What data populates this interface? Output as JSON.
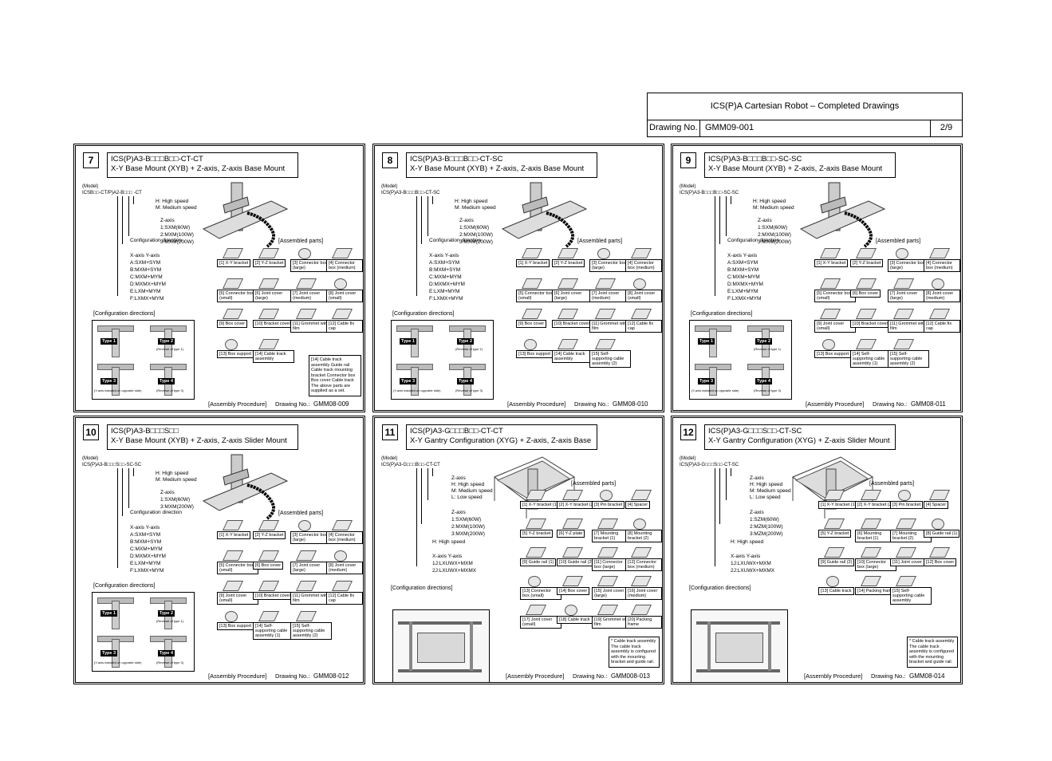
{
  "header": {
    "title": "ICS(P)A Cartesian Robot – Completed Drawings",
    "drawing_no_label": "Drawing No.",
    "drawing_no": "GMM09-001",
    "page": "2/9"
  },
  "common": {
    "model_label": "(Model)",
    "assembled_parts": "[Assembled parts]",
    "configuration_directions": "[Configuration directions]",
    "assembly_procedure": "[Assembly Procedure]",
    "drawing_no_label": "Drawing No.:"
  },
  "panels": [
    {
      "num": "7",
      "model_title": "ICS(P)A3-B□□□B□□-CT-CT",
      "subtitle": "X-Y Base Mount (XYB) + Z-axis, Z-axis Base Mount",
      "model_code": "ICSB□□-CT/P)A2-B□□□ -CT",
      "speed": [
        "H: High speed",
        "M: Medium speed"
      ],
      "z_axis": [
        "Z-axis",
        "1:SXM(60W)",
        "2:MXM(100W)",
        "3:MXM(200W)"
      ],
      "config": "Configuration direction",
      "xy": [
        "X-axis Y-axis",
        "A:SXM+SYM",
        "B:MXM+SYM",
        "C:MXM+MYM",
        "D:MXMX+MYM",
        "E:LXM+MYM",
        "F:LXMX+MYM"
      ],
      "parts": [
        "[1] X-Y bracket",
        "[2] Y-Z bracket",
        "[3] Connector box (large)",
        "[4] Connector box (medium)",
        "[5] Connector box (small)",
        "[6] Joint cover (large)",
        "[7] Joint cover (medium)",
        "[8] Joint cover (small)",
        "[9] Box cover",
        "[10] Bracket cover",
        "[11] Grommet with film",
        "[12] Cable fix cap",
        "[13] Box support",
        "[14] Cable track assembly"
      ],
      "note": "[14] Cable track assembly Guide rail Cable track mounting bracket Connector box Box cover Cable track The above parts are supplied as a set.",
      "types": [
        "Type 1",
        "Type 2",
        "Type 3",
        "Type 4"
      ],
      "type_notes": [
        "(Reverse of type 1)",
        "(Y-axis installed on opposite side)",
        "(Reverse of type 3)"
      ],
      "drawing_no": "GMM08-009"
    },
    {
      "num": "8",
      "model_title": "ICS(P)A3-B□□□B□□-CT-SC",
      "subtitle": "X-Y Base Mount (XYB) + Z-axis, Z-axis Base Mount",
      "model_code": "ICS(P)A3-B□□□B□□-CT-SC",
      "speed": [
        "H: High speed",
        "M: Medium speed"
      ],
      "z_axis": [
        "Z-axis",
        "1:SXM(60W)",
        "2:MXM(100W)",
        "3:MXM(200W)"
      ],
      "config": "Configuration direction",
      "xy": [
        "X-axis Y-axis",
        "A:SXM+SYM",
        "B:MXM+SYM",
        "C:MXM+MYM",
        "D:MXMX+MYM",
        "E:LXM+MYM",
        "F:LXMX+MYM"
      ],
      "parts": [
        "[1] X-Y bracket",
        "[2] Y-Z bracket",
        "[3] Connector box (large)",
        "[4] Connector box (medium)",
        "[5] Connector box (small)",
        "[6] Joint cover (large)",
        "[7] Joint cover (medium)",
        "[8] Joint cover (small)",
        "[9] Box cover",
        "[10] Bracket cover",
        "[11] Grommet with film",
        "[12] Cable fix cap",
        "[13] Box support",
        "[14] Cable track assembly",
        "[15] Self-supporting cable assembly (2)"
      ],
      "types": [
        "Type 1",
        "Type 2",
        "Type 3",
        "Type 4"
      ],
      "type_notes": [
        "(Reverse of type 1)",
        "(Y-axis installed on opposite side)",
        "(Reverse of type 3)"
      ],
      "drawing_no": "GMM08-010"
    },
    {
      "num": "9",
      "model_title": "ICS(P)A3-B□□□B□□-SC-SC",
      "subtitle": "X-Y Base Mount (XYB) + Z-axis, Z-axis Base Mount",
      "model_code": "ICS(P)A3-B□□□B□□-SC-SC",
      "speed": [
        "H: High speed",
        "M: Medium speed"
      ],
      "z_axis": [
        "Z-axis",
        "1:SXM(60W)",
        "2:MXM(100W)",
        "3:MXM(200W)"
      ],
      "config": "Configuration direction",
      "xy": [
        "X-axis Y-axis",
        "A:SXM+SYM",
        "B:MXM+SYM",
        "C:MXM+MYM",
        "D:MXMX+MYM",
        "E:LXM+MYM",
        "F:LXMX+MYM"
      ],
      "parts": [
        "[1] X-Y bracket",
        "[2] Y-Z bracket",
        "[3] Connector box (large)",
        "[4] Connector box (medium)",
        "[5] Connector box (small)",
        "[6] Box cover",
        "[7] Joint cover (large)",
        "[8] Joint cover (medium)",
        "[9] Joint cover (small)",
        "[10] Bracket cover",
        "[11] Grommet with film",
        "[12] Cable fix cap",
        "[13] Box support",
        "[14] Self-supporting cable assembly (1)",
        "[15] Self-supporting cable assembly (2)"
      ],
      "types": [
        "Type 1",
        "Type 2",
        "Type 3",
        "Type 4"
      ],
      "type_notes": [
        "(Reverse of type 1)",
        "(Y-axis installed on opposite side)",
        "(Reverse of type 3)"
      ],
      "drawing_no": "GMM08-011"
    },
    {
      "num": "10",
      "model_title": "ICS(P)A3-B□□□S□□",
      "subtitle": "X-Y Base Mount (XYB) + Z-axis, Z-axis Slider Mount",
      "model_code": "ICS(P)A3-B□□□S□□-SC-SC",
      "speed": [
        "H: High speed",
        "M: Medium speed"
      ],
      "z_axis": [
        "Z-axis",
        "1:SXM(60W)",
        "3:MXM(200W)"
      ],
      "config": "Configuration direction",
      "xy": [
        "X-axis Y-axis",
        "A:SXM+SYM",
        "B:MXM+SYM",
        "C:MXM+MYM",
        "D:MXMX+MYM",
        "E:LXM+MYM",
        "F:LXMX+MYM"
      ],
      "parts": [
        "[1] X-Y bracket",
        "[2] Y-Z bracket",
        "[3] Connector box (large)",
        "[4] Connector box (medium)",
        "[5] Connector box (small)",
        "[6] Box cover",
        "[7] Joint cover (large)",
        "[8] Joint cover (medium)",
        "[9] Joint cover (small)",
        "[10] Bracket cover",
        "[11] Grommet with film",
        "[12] Cable fix cap",
        "[13] Box support",
        "[14] Self-supporting cable assembly (1)",
        "[15] Self-supporting cable assembly (2)"
      ],
      "types": [
        "Type 1",
        "Type 2",
        "Type 3",
        "Type 4"
      ],
      "type_notes": [
        "(Reverse of type 1)",
        "(Y-axis installed on opposite side)",
        "(Reverse of type 3)"
      ],
      "drawing_no": "GMM08-012"
    },
    {
      "num": "11",
      "model_title": "ICS(P)A3-G□□□B□□-CT-CT",
      "subtitle": "X-Y Gantry Configuration (XYG) + Z-axis, Z-axis Base Mount",
      "model_code": "ICS(P)A3-G□□□B□□-CT-CT",
      "speed": [
        "Z-axis",
        "H: High speed",
        "M: Medium speed",
        "L: Low speed"
      ],
      "z_axis": [
        "Z-axis",
        "1:SXM(60W)",
        "2:MXM(100W)",
        "3:MXM(200W)"
      ],
      "config": "H: High speed",
      "xy": [
        "X-axis Y-axis",
        "1J:LXUWX+MXM",
        "2J:LXUWX+MXMX"
      ],
      "parts": [
        "[1] X-Y bracket (1)",
        "[2] X-Y bracket (2)",
        "[3] Pin bracket",
        "[4] Spacer",
        "[5] Y-Z bracket",
        "[6] Y-Z plate",
        "[7] Mounting bracket (1)",
        "[8] Mounting bracket (2)",
        "[9] Guide rail (1)",
        "[10] Guide rail (2)",
        "[11] Connector box (large)",
        "[12] Connector box (medium)",
        "[13] Connector box (small)",
        "[14] Box cover",
        "[15] Joint cover (large)",
        "[16] Joint cover (medium)",
        "[17] Joint cover (small)",
        "[18] Cable track",
        "[19] Grommet with film",
        "[20] Packing frame"
      ],
      "note": "* Cable track assembly The cable track assembly is configured with the mounting bracket and guide rail.",
      "drawing_no": "GMM008-013"
    },
    {
      "num": "12",
      "model_title": "ICS(P)A3-G□□□S□□-CT-SC",
      "subtitle": "X-Y Gantry Configuration (XYG) + Z-axis Slider Mount",
      "model_code": "ICS(P)A3-G□□□S□□-CT-SC",
      "speed": [
        "Z-axis",
        "H: High speed",
        "M: Medium speed",
        "L: Low speed"
      ],
      "z_axis": [
        "Z-axis",
        "1:SZM(60W)",
        "2:MZM(100W)",
        "3:MZM(200W)"
      ],
      "config": "H: High speed",
      "xy": [
        "X-axis Y-axis",
        "1J:LXUWX+MXM",
        "2J:LXUWX+MXMX"
      ],
      "parts": [
        "[1] X-Y bracket (1)",
        "[2] X-Y bracket (2)",
        "[3] Pin bracket",
        "[4] Spacer",
        "[5] Y-Z bracket",
        "[6] Mounting bracket (1)",
        "[7] Mounting bracket (2)",
        "[8] Guide rail (1)",
        "[9] Guide rail (2)",
        "[10] Connector box (large)",
        "[11] Joint cover",
        "[12] Box cover",
        "[13] Cable track",
        "[14] Packing frame",
        "[15] Self-supporting cable assembly"
      ],
      "note": "* Cable track assembly The cable track assembly is configured with the mounting bracket and guide rail.",
      "drawing_no": "GMM08-014"
    }
  ]
}
